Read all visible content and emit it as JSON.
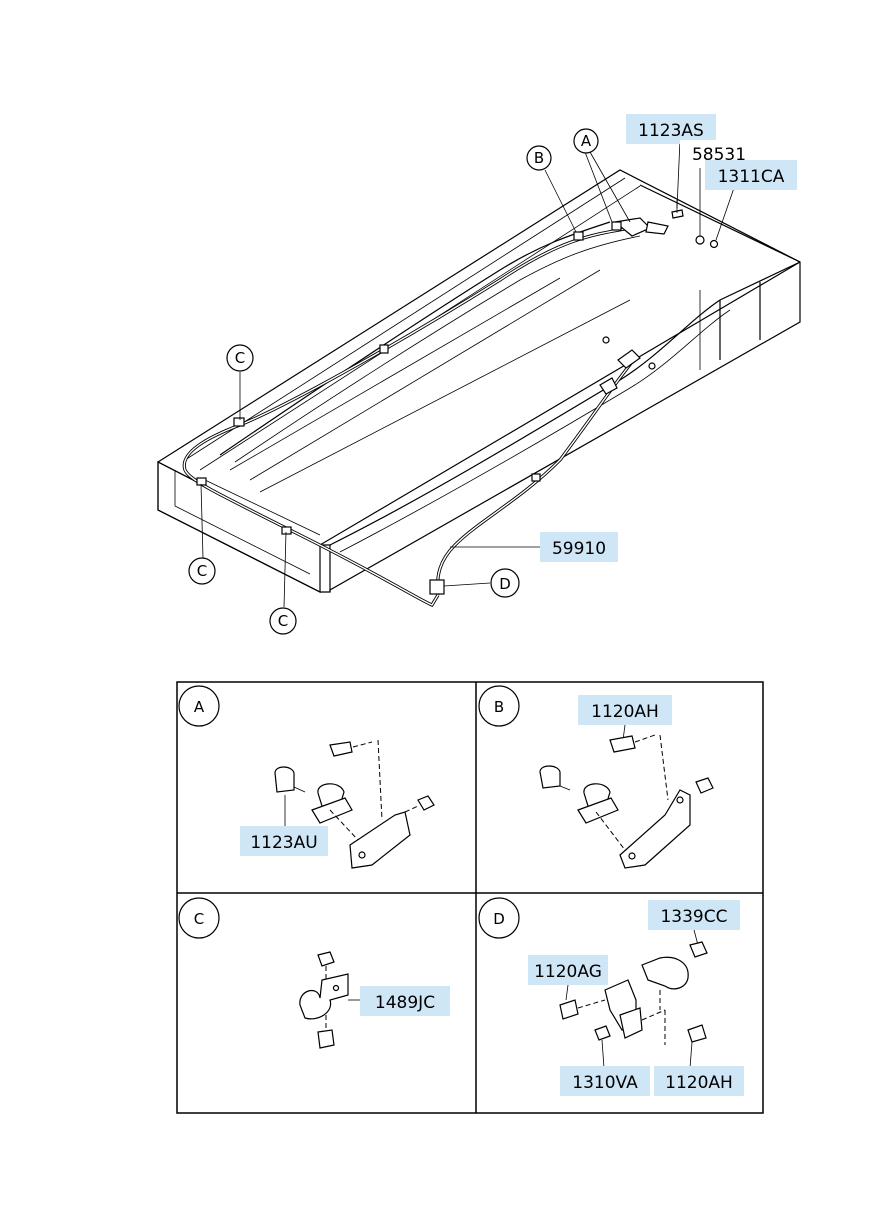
{
  "colors": {
    "label_highlight": "#cfe6f7",
    "line": "#000000",
    "background": "#ffffff"
  },
  "main_view": {
    "part_labels": [
      "1123AS",
      "58531",
      "1311CA",
      "59910"
    ],
    "callouts": [
      "A",
      "B",
      "C",
      "C",
      "C",
      "D"
    ]
  },
  "detail_panels": [
    {
      "id": "A",
      "labels": [
        "1123AU"
      ]
    },
    {
      "id": "B",
      "labels": [
        "1120AH"
      ]
    },
    {
      "id": "C",
      "labels": [
        "1489JC"
      ]
    },
    {
      "id": "D",
      "labels": [
        "1339CC",
        "1120AG",
        "1310VA",
        "1120AH"
      ]
    }
  ]
}
